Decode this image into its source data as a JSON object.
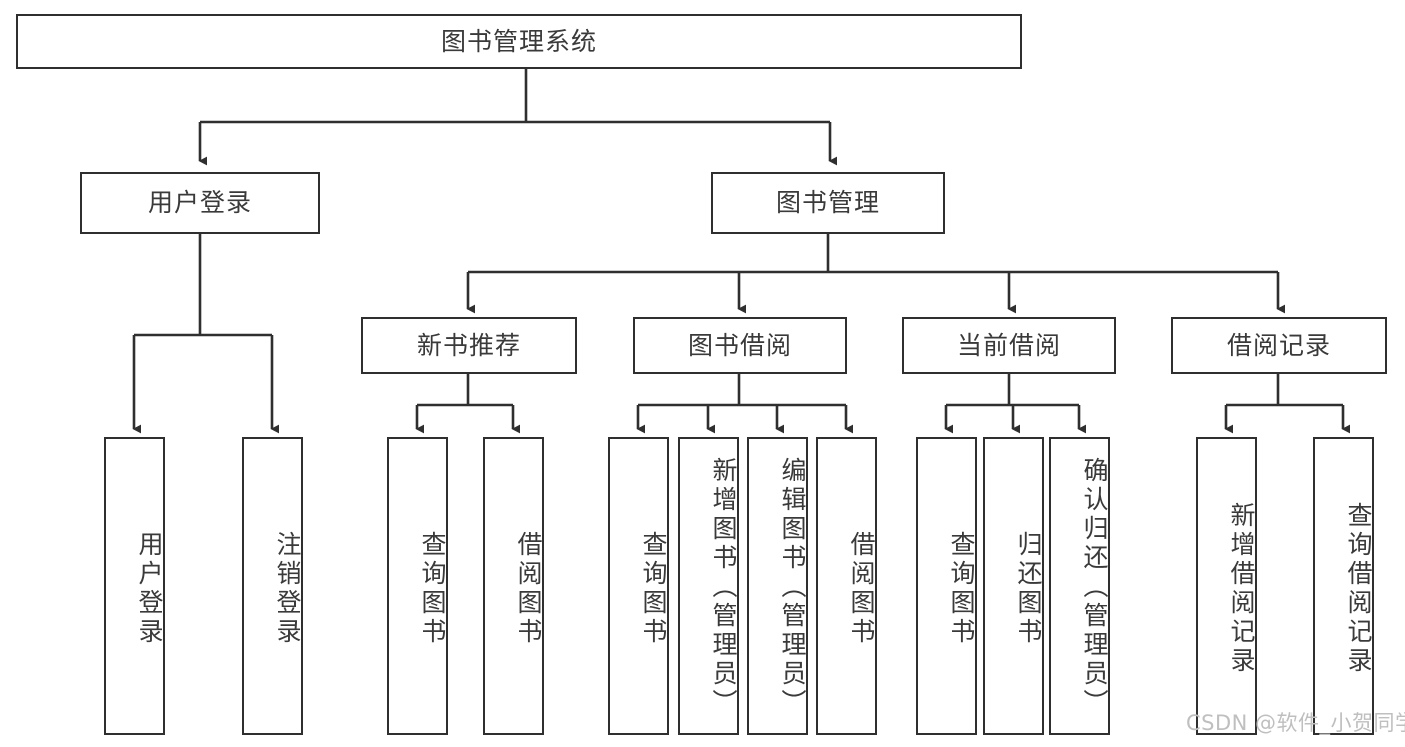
{
  "diagram": {
    "title": "图书管理系统",
    "type": "hierarchy-tree",
    "root": {
      "id": "root",
      "label": "图书管理系统",
      "orientation": "horizontal"
    },
    "level2": [
      {
        "id": "user-login",
        "label": "用户登录",
        "orientation": "horizontal"
      },
      {
        "id": "book-management",
        "label": "图书管理",
        "orientation": "horizontal"
      }
    ],
    "level3": [
      {
        "id": "new-book-recommend",
        "label": "新书推荐",
        "orientation": "horizontal",
        "parent": "book-management"
      },
      {
        "id": "book-borrow",
        "label": "图书借阅",
        "orientation": "horizontal",
        "parent": "book-management"
      },
      {
        "id": "current-borrow",
        "label": "当前借阅",
        "orientation": "horizontal",
        "parent": "book-management"
      },
      {
        "id": "borrow-record",
        "label": "借阅记录",
        "orientation": "horizontal",
        "parent": "book-management"
      }
    ],
    "leaves": {
      "user_login": [
        {
          "id": "leaf-user-login",
          "label": "用户登录"
        },
        {
          "id": "leaf-logout",
          "label": "注销登录"
        }
      ],
      "new_book_recommend": [
        {
          "id": "leaf-query-book-1",
          "label": "查询图书"
        },
        {
          "id": "leaf-borrow-book-1",
          "label": "借阅图书"
        }
      ],
      "book_borrow": [
        {
          "id": "leaf-query-book-2",
          "label": "查询图书"
        },
        {
          "id": "leaf-add-book",
          "label": "新增图书（管理员）"
        },
        {
          "id": "leaf-edit-book",
          "label": "编辑图书（管理员）"
        },
        {
          "id": "leaf-borrow-book-2",
          "label": "借阅图书"
        }
      ],
      "current_borrow": [
        {
          "id": "leaf-query-book-3",
          "label": "查询图书"
        },
        {
          "id": "leaf-return-book",
          "label": "归还图书"
        },
        {
          "id": "leaf-confirm-return",
          "label": "确认归还（管理员）"
        }
      ],
      "borrow_record": [
        {
          "id": "leaf-add-borrow-record",
          "label": "新增借阅记录"
        },
        {
          "id": "leaf-query-borrow-record",
          "label": "查询借阅记录"
        }
      ]
    }
  },
  "watermark": {
    "text": "CSDN @软件_小贺同学"
  },
  "colors": {
    "border": "#2f2f2f",
    "text": "#3a3a3a",
    "background": "#ffffff",
    "watermark": "#bfbfbf"
  }
}
